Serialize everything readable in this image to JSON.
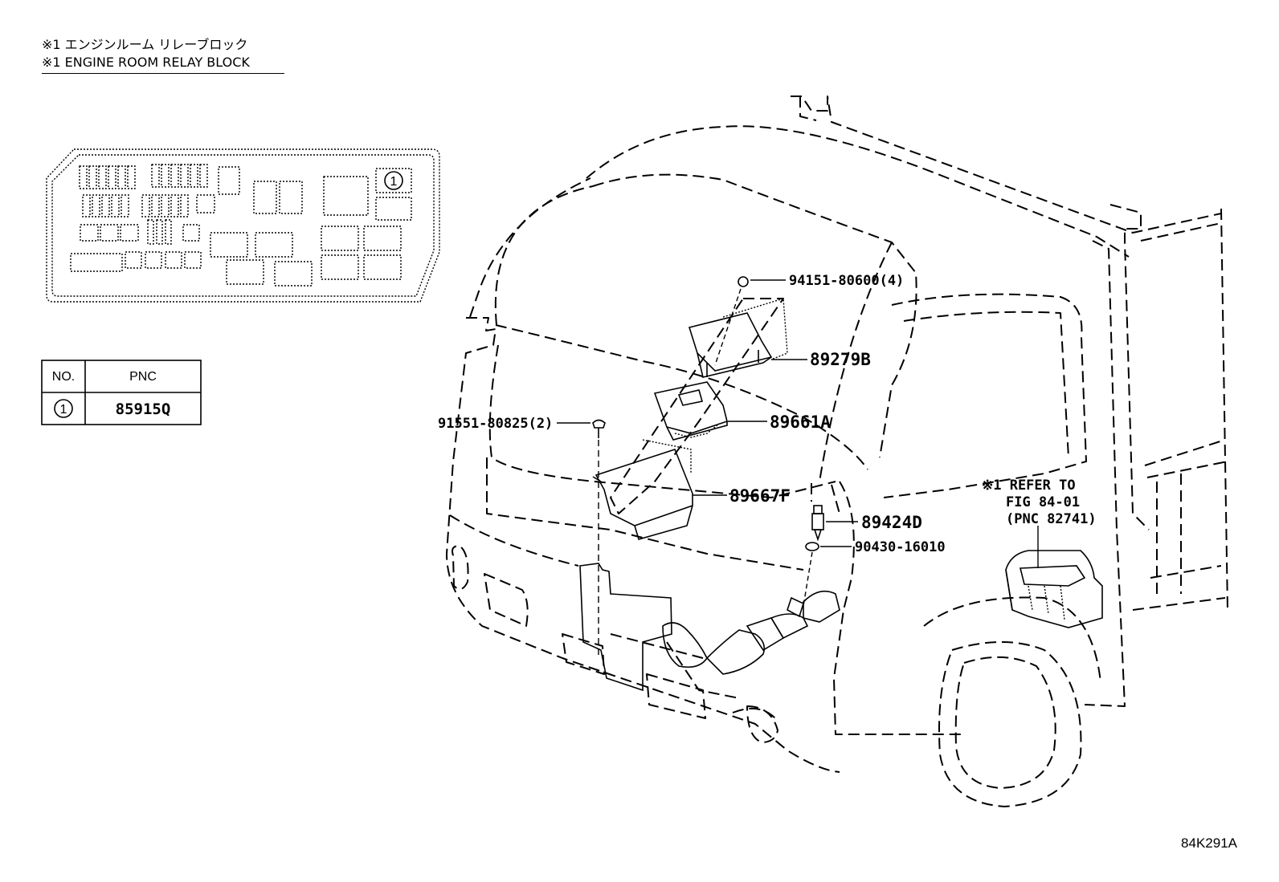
{
  "notes": {
    "jp": "※1 エンジンルーム リレーブロック",
    "en": "※1 ENGINE ROOM RELAY BLOCK"
  },
  "relay_block": {
    "callout": "1"
  },
  "pnc_table": {
    "headers": [
      "NO.",
      "PNC"
    ],
    "rows": [
      {
        "no": "1",
        "pnc": "85915Q"
      }
    ]
  },
  "part_labels": {
    "p94151": "94151-80600(4)",
    "p89279B": "89279B",
    "p91551": "91551-80825(2)",
    "p89661A": "89661A",
    "p89667F": "89667F",
    "p89424D": "89424D",
    "p90430": "90430-16010"
  },
  "refer_note": {
    "line1": "※1 REFER TO",
    "line2": "FIG 84-01",
    "line3": "(PNC 82741)"
  },
  "figure_id": "84K291A"
}
